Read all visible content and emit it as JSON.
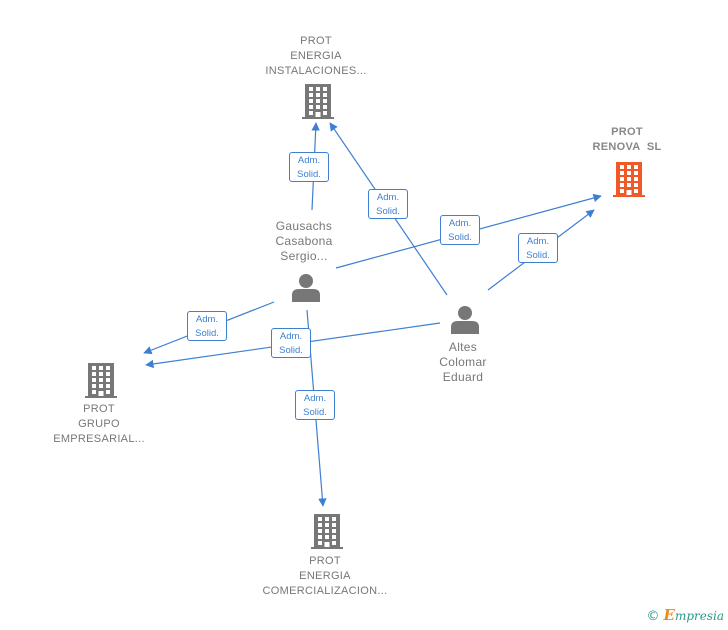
{
  "nodes": [
    {
      "id": "energia-instalaciones",
      "kind": "company",
      "color": "#777777",
      "label": [
        "PROT",
        "ENERGIA",
        "INSTALACIONES..."
      ]
    },
    {
      "id": "renova",
      "kind": "company",
      "color": "#f05a28",
      "label": [
        "PROT",
        "RENOVA  SL"
      ]
    },
    {
      "id": "gausachs",
      "kind": "person",
      "color": "#777777",
      "label": [
        "Gausachs",
        "Casabona",
        "Sergio..."
      ]
    },
    {
      "id": "altes",
      "kind": "person",
      "color": "#777777",
      "label": [
        "Altes",
        "Colomar",
        "Eduard"
      ]
    },
    {
      "id": "grupo-empresarial",
      "kind": "company",
      "color": "#777777",
      "label": [
        "PROT",
        "GRUPO",
        "EMPRESARIAL..."
      ]
    },
    {
      "id": "energia-comercializacion",
      "kind": "company",
      "color": "#777777",
      "label": [
        "PROT",
        "ENERGIA",
        "COMERCIALIZACION..."
      ]
    }
  ],
  "edges": [
    {
      "from": "gausachs",
      "to": "energia-instalaciones",
      "label": [
        "Adm.",
        "Solid."
      ]
    },
    {
      "from": "altes",
      "to": "energia-instalaciones",
      "label": [
        "Adm.",
        "Solid."
      ]
    },
    {
      "from": "gausachs",
      "to": "renova",
      "label": [
        "Adm.",
        "Solid."
      ]
    },
    {
      "from": "altes",
      "to": "renova",
      "label": [
        "Adm.",
        "Solid."
      ]
    },
    {
      "from": "gausachs",
      "to": "grupo-empresarial",
      "label": [
        "Adm.",
        "Solid."
      ]
    },
    {
      "from": "altes",
      "to": "grupo-empresarial",
      "label": [
        "Adm.",
        "Solid."
      ]
    },
    {
      "from": "gausachs",
      "to": "energia-comercializacion",
      "label": [
        "Adm.",
        "Solid."
      ]
    }
  ],
  "footer": {
    "copyright": "©",
    "brand_initial": "E",
    "brand_rest": "mpresia"
  },
  "colors": {
    "edge": "#3d7fd1",
    "company": "#777777",
    "highlight": "#f05a28"
  }
}
